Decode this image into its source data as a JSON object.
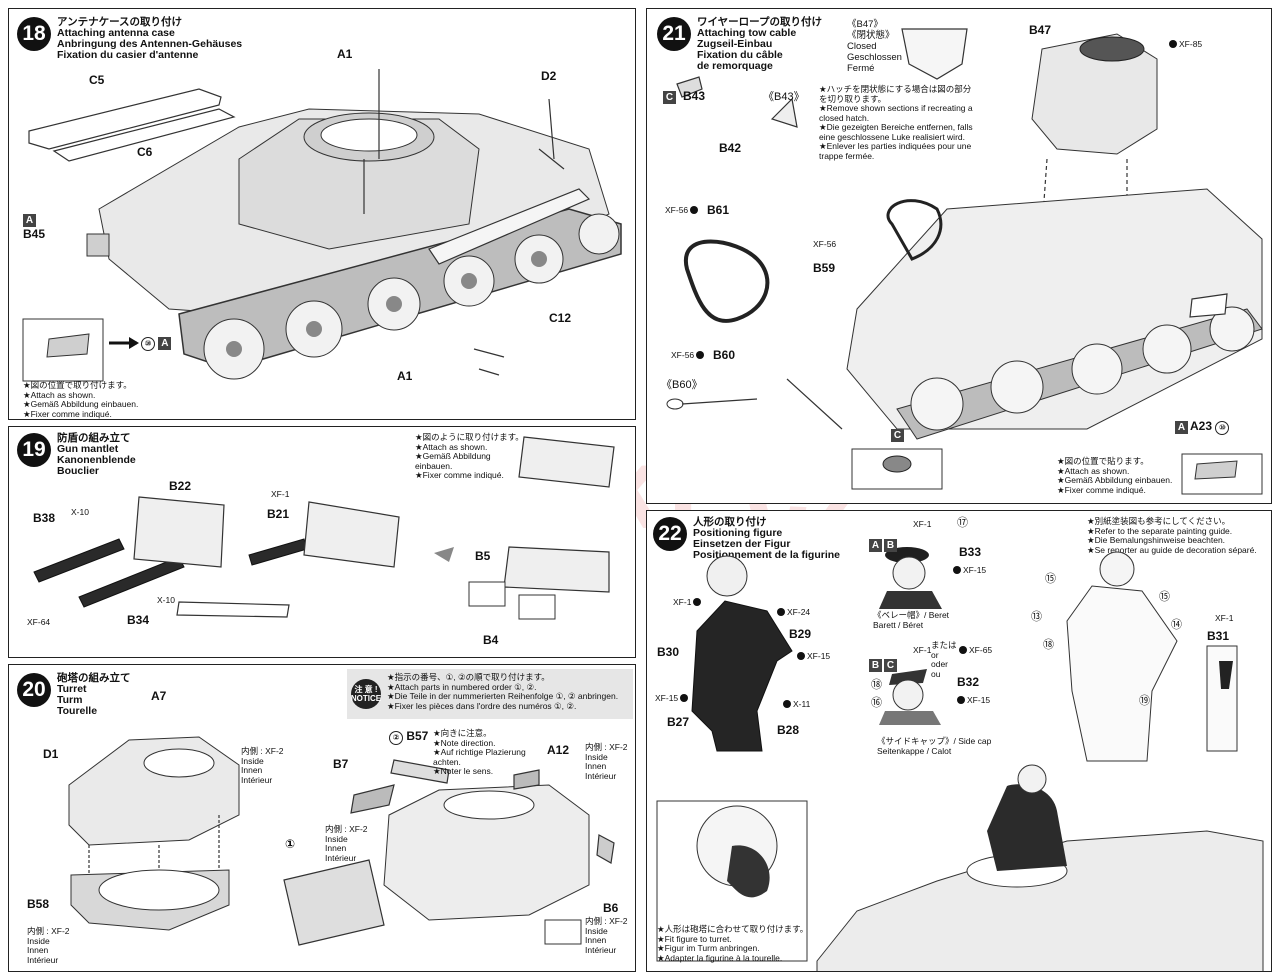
{
  "steps": {
    "s18": {
      "number": "18",
      "title_jp": "アンテナケースの取り付け",
      "title_en": "Attaching antenna case",
      "title_de": "Anbringung des Antennen-Gehäuses",
      "title_fr": "Fixation du casier d'antenne",
      "labels": {
        "a1_top": "A1",
        "a1_bottom": "A1",
        "c5": "C5",
        "c6": "C6",
        "d2": "D2",
        "b45": "B45",
        "c12": "C12",
        "sq_a": "A",
        "decal_num": "⑩",
        "sq_a2": "A"
      },
      "notes": [
        "★図の位置で取り付けます。",
        "★Attach as shown.",
        "★Gemäß Abbildung einbauen.",
        "★Fixer comme indiqué."
      ]
    },
    "s19": {
      "number": "19",
      "title_jp": "防盾の組み立て",
      "title_en": "Gun mantlet",
      "title_de": "Kanonenblende",
      "title_fr": "Bouclier",
      "labels": {
        "b22": "B22",
        "b38": "B38",
        "b34": "B34",
        "b21": "B21",
        "b5": "B5",
        "b4": "B4",
        "x10a": "X-10",
        "x10b": "X-10",
        "xf64": "XF-64",
        "xf1": "XF-1"
      },
      "notes": [
        "★図のように取り付けます。",
        "★Attach as shown.",
        "★Gemäß Abbildung",
        "einbauen.",
        "★Fixer comme indiqué."
      ]
    },
    "s20": {
      "number": "20",
      "title_jp": "砲塔の組み立て",
      "title_en": "Turret",
      "title_de": "Turm",
      "title_fr": "Tourelle",
      "labels": {
        "a7": "A7",
        "d1": "D1",
        "b58": "B58",
        "b7": "B7",
        "b57": "B57",
        "a12": "A12",
        "b6": "B6",
        "step1": "①",
        "step2": "②"
      },
      "inside": {
        "jp": "内側 : XF-2",
        "en": "Inside",
        "de": "Innen",
        "fr": "Intérieur"
      },
      "notice_badge": [
        "注 意 !",
        "NOTICE"
      ],
      "notice": [
        "★指示の番号、①, ②の順で取り付けます。",
        "★Attach parts in numbered order ①, ②.",
        "★Die Teile in der nummerierten Reihenfolge ①, ② anbringen.",
        "★Fixer les pièces dans l'ordre des numéros ①, ②."
      ],
      "direction": [
        "★向きに注意。",
        "★Note direction.",
        "★Auf richtige Plazierung",
        "achten.",
        "★Noter le sens."
      ]
    },
    "s21": {
      "number": "21",
      "title_jp": "ワイヤーロープの取り付け",
      "title_en": "Attaching tow cable",
      "title_de": "Zugseil-Einbau",
      "title_fr": "Fixation du câble",
      "title_fr2": "de remorquage",
      "closed": [
        "《B47》",
        "《閉状態》",
        "Closed",
        "Geschlossen",
        "Fermé"
      ],
      "labels": {
        "b47": "B47",
        "xf85": "XF-85",
        "c": "C",
        "b43": "B43",
        "b43q": "《B43》",
        "b42": "B42",
        "b61": "B61",
        "b59": "B59",
        "b60": "B60",
        "b60q": "《B60》",
        "xf56a": "XF-56",
        "xf56b": "XF-56",
        "xf56c": "XF-56",
        "c2": "C",
        "a23": "A23",
        "sq_a": "A",
        "decal10": "⑩"
      },
      "hatch_notes": [
        "★ハッチを閉状態にする場合は図の部分",
        "を切り取ります。",
        "★Remove shown sections if recreating a",
        "closed hatch.",
        "★Die gezeigten Bereiche entfernen, falls",
        "eine geschlossene Luke realisiert wird.",
        "★Enlever les parties indiquées pour une",
        "trappe fermée."
      ],
      "notes": [
        "★図の位置で貼ります。",
        "★Attach as shown.",
        "★Gemäß Abbildung einbauen.",
        "★Fixer comme indiqué."
      ]
    },
    "s22": {
      "number": "22",
      "title_jp": "人形の取り付け",
      "title_en": "Positioning figure",
      "title_de": "Einsetzen der Figur",
      "title_fr": "Positionnement de la figurine",
      "paint_notes": [
        "★別紙塗装図も参考にしてください。",
        "★Refer to the separate painting guide.",
        "★Die Bemalungshinweise beachten.",
        "★Se reporter au guide de decoration séparé."
      ],
      "labels": {
        "b30": "B30",
        "b29": "B29",
        "b27": "B27",
        "b28": "B28",
        "b33": "B33",
        "b32": "B32",
        "b31": "B31",
        "xf1a": "XF-1",
        "xf24": "XF-24",
        "xf15a": "XF-15",
        "xf15b": "XF-15",
        "x11": "X-11",
        "xf1b": "XF-1",
        "xf15c": "XF-15",
        "xf65": "XF-65",
        "xf15d": "XF-15",
        "xf1c": "XF-1",
        "xf1d": "XF-1",
        "n17": "⑰",
        "n18a": "⑱",
        "n16": "⑯",
        "n15a": "⑮",
        "n15b": "⑮",
        "n13": "⑬",
        "n14": "⑭",
        "n18b": "⑱",
        "n19": "⑲",
        "ab_a": "A",
        "ab_b": "B",
        "bc_b": "B",
        "bc_c": "C"
      },
      "beret": [
        "《ベレー帽》/ Beret",
        "Barett / Béret"
      ],
      "sidecap": [
        "《サイドキャップ》/ Side cap",
        "Seitenkappe / Calot"
      ],
      "or": [
        "または",
        "or",
        "oder",
        "ou"
      ],
      "notes": [
        "★人形は砲塔に合わせて取り付けます。",
        "★Fit figure to turret.",
        "★Figur im Turm anbringen.",
        "★Adapter la figurine à la tourelle."
      ]
    }
  },
  "watermark": "modelartiki.cz"
}
